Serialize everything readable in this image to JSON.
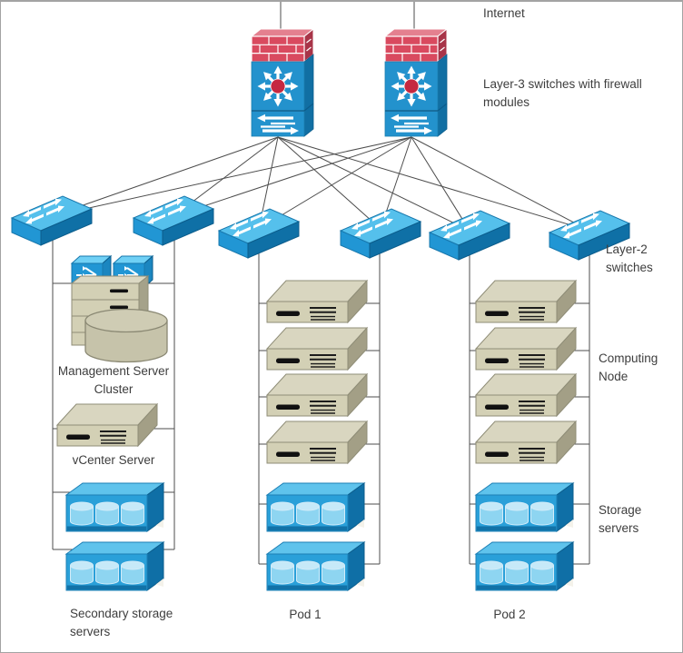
{
  "title": "Data center network topology diagram",
  "labels": {
    "internet": "Internet",
    "layer3": "Layer-3 switches with firewall modules",
    "layer2": "Layer-2 switches",
    "computing_node": "Computing Node",
    "storage_servers": "Storage servers",
    "management_cluster": "Management Server Cluster",
    "vcenter": "vCenter Server",
    "secondary_storage": "Secondary storage servers",
    "pod1": "Pod 1",
    "pod2": "Pod 2"
  },
  "topology": {
    "internet_uplinks": 2,
    "layer3_firewall_switches": 2,
    "layer2_switches": 6,
    "management_column": {
      "cluster_switches": 2,
      "tower_server": 1,
      "database": 1,
      "vcenter_server": 1,
      "secondary_storage_servers": 2
    },
    "pods": [
      {
        "name": "Pod 1",
        "computing_nodes": 4,
        "storage_servers": 2
      },
      {
        "name": "Pod 2",
        "computing_nodes": 4,
        "storage_servers": 2
      }
    ]
  },
  "colors": {
    "switch_blue": "#2196d4",
    "switch_blue_dark": "#0f70a6",
    "switch_blue_light": "#55c0ec",
    "firewall_red": "#d94a5f",
    "firewall_red_dark": "#a83448",
    "server_tan": "#d3d0b5",
    "server_tan_dark": "#a39f86",
    "storage_cylinder": "#8ed5f1",
    "line_gray": "#4d4d4d",
    "text": "#3d3d3d",
    "frame_border": "#a3a3a3"
  }
}
